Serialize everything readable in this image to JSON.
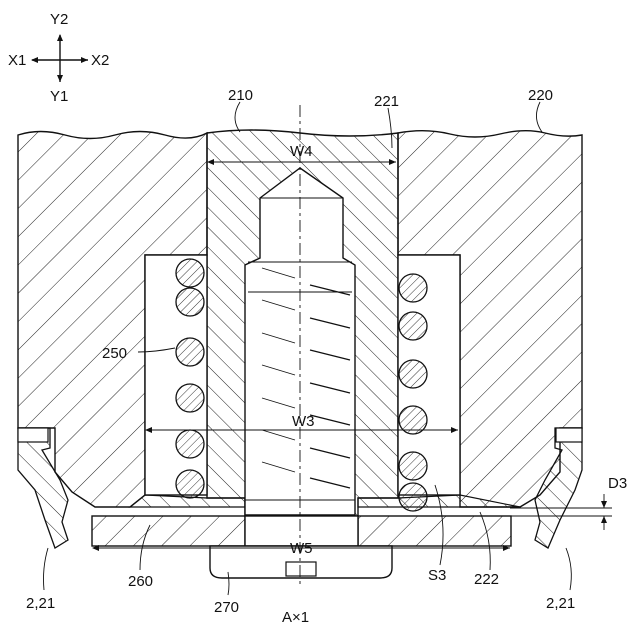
{
  "axes": {
    "y2": "Y2",
    "y1": "Y1",
    "x1": "X1",
    "x2": "X2"
  },
  "labels": {
    "l210": "210",
    "l221": "221",
    "l220": "220",
    "w4": "W4",
    "l250": "250",
    "w3": "W3",
    "d3": "D3",
    "w5": "W5",
    "l260": "260",
    "l270": "270",
    "axis": "A×1",
    "s3": "S3",
    "l222": "222",
    "left_221": "2,21",
    "right_221": "2,21"
  }
}
